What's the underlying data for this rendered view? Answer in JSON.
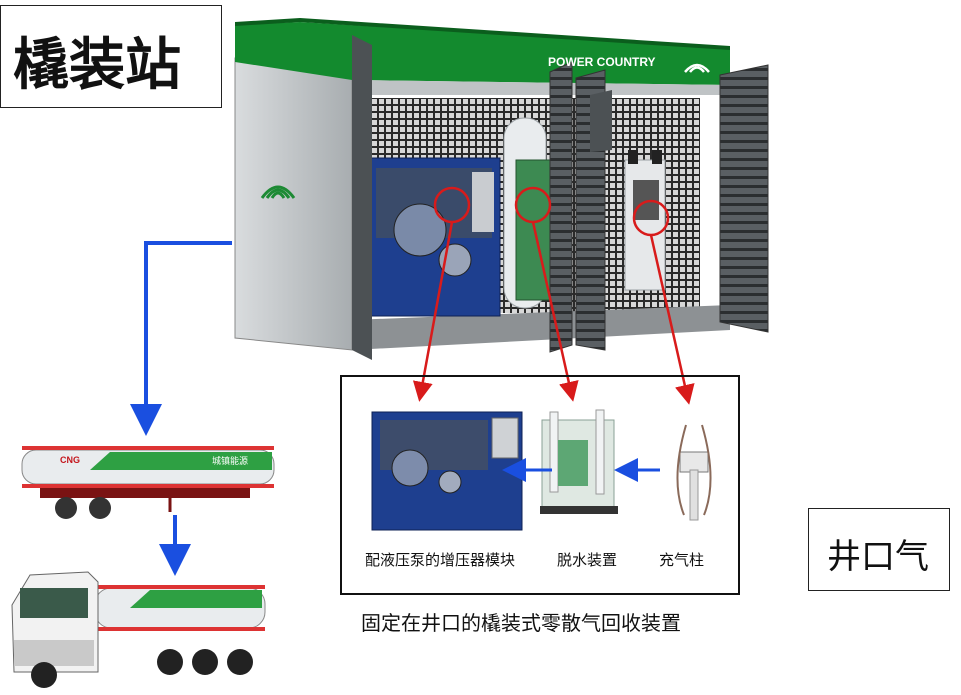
{
  "title": "橇装站",
  "wellhead_label": "井口气",
  "components": {
    "compressor": "配液压泵的增压器模块",
    "dehydrator": "脱水装置",
    "dispenser": "充气柱"
  },
  "caption": "固定在井口的橇装式零散气回收装置",
  "brand": {
    "roof_sign": "POWER COUNTRY",
    "tank_tag": "CNG",
    "trailer_banner": "城镇能源"
  },
  "colors": {
    "arrow_blue": "#1a4fe0",
    "arrow_red": "#d81b1b",
    "station_green": "#138a2e",
    "compressor_blue": "#1e3f8f"
  }
}
